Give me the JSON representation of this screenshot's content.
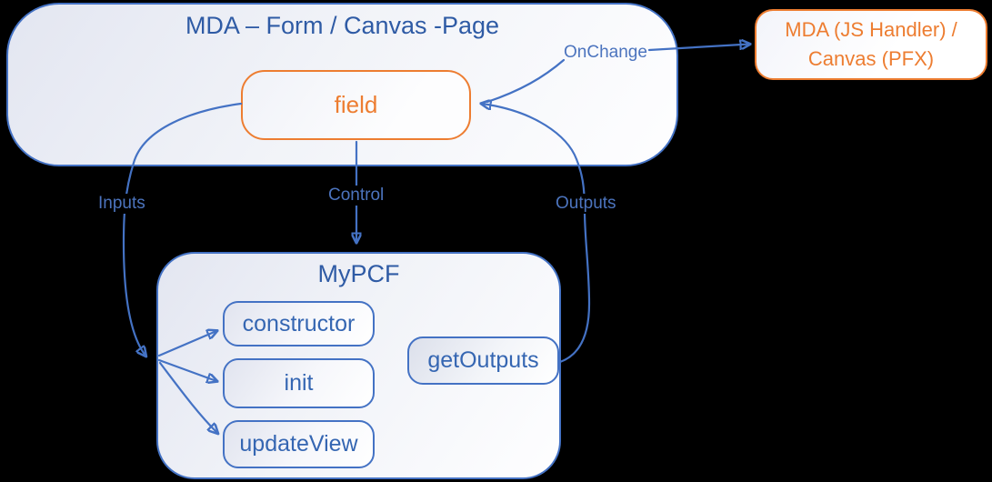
{
  "colors": {
    "background": "#000000",
    "blue_stroke": "#4472C4",
    "blue_text": "#2F5BA5",
    "orange": "#ED7D31"
  },
  "form_page": {
    "title": "MDA – Form / Canvas -Page",
    "field_label": "field"
  },
  "handler_box": {
    "line1": "MDA (JS Handler) /",
    "line2": "Canvas (PFX)"
  },
  "pcf": {
    "title": "MyPCF",
    "methods": [
      "constructor",
      "init",
      "updateView"
    ],
    "output_method": "getOutputs"
  },
  "connector_labels": {
    "onchange": "OnChange",
    "inputs": "Inputs",
    "control": "Control",
    "outputs": "Outputs"
  }
}
